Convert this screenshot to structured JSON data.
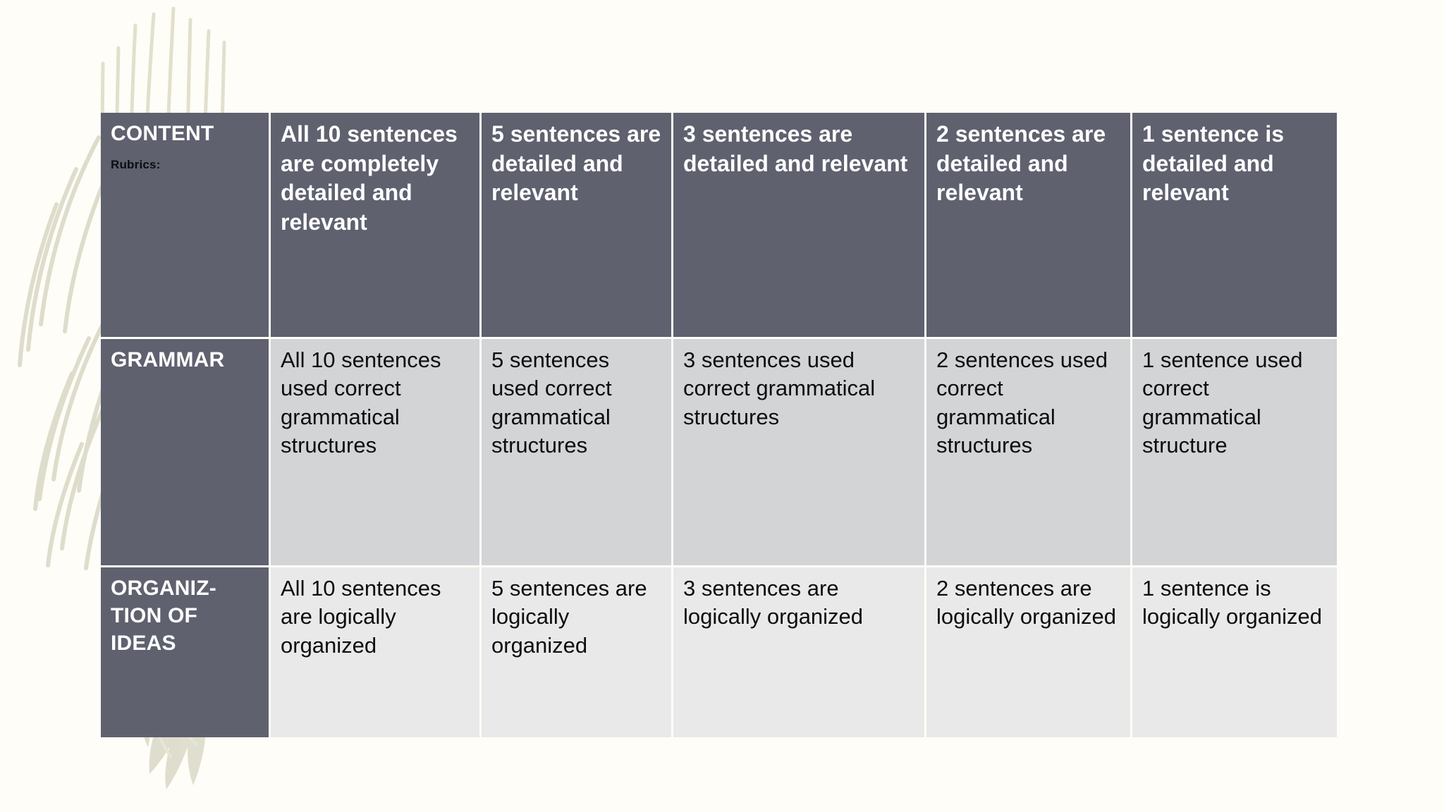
{
  "slide": {
    "background_color": "#fffdf7",
    "decor_color": "#dfddc9",
    "decor_icon": "feather-frond-decoration"
  },
  "table": {
    "header_cell_color": "#5f616f",
    "row_colors": [
      "#5f616f",
      "#d3d4d6",
      "#e9e9e9"
    ],
    "gridline_color": "#fffdf7",
    "rows": [
      {
        "criterion": "CONTENT",
        "sub_label": "Rubrics:",
        "levels": [
          "All 10 sentences are completely detailed and relevant",
          "5 sentences are detailed and relevant",
          "3 sentences are detailed and relevant",
          "2 sentences are detailed and relevant",
          "1 sentence is detailed and relevant"
        ]
      },
      {
        "criterion": "GRAMMAR",
        "sub_label": "",
        "levels": [
          "All 10 sentences used correct grammatical structures",
          "5 sentences used correct grammatical structures",
          "3 sentences used correct grammatical structures",
          "2 sentences used correct grammatical structures",
          "1 sentence used correct grammatical structure"
        ]
      },
      {
        "criterion": "ORGANIZ-TION OF IDEAS",
        "sub_label": "",
        "levels": [
          "All 10 sentences are logically organized",
          "5 sentences are logically organized",
          "3 sentences are logically organized",
          "2 sentences are logically organized",
          "1 sentence is logically organized"
        ]
      }
    ]
  }
}
